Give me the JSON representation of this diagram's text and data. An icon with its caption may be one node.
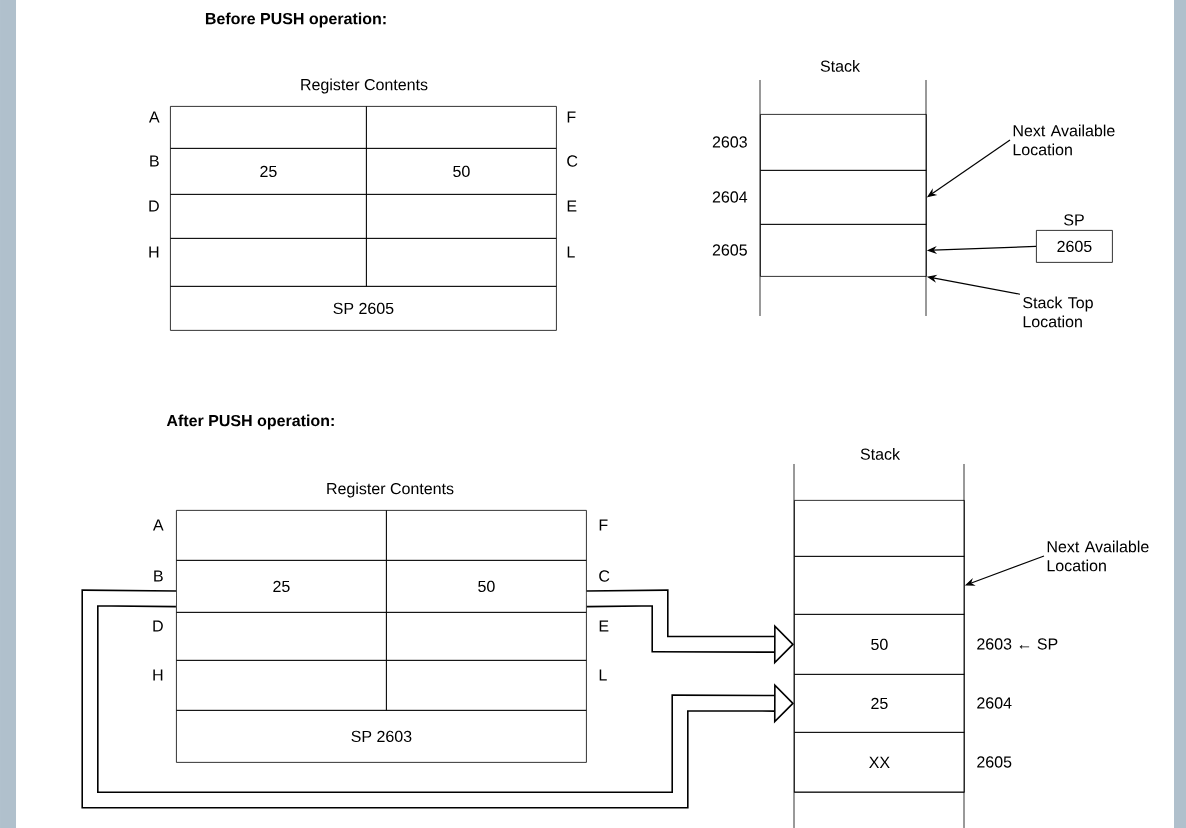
{
  "diagram": {
    "nodes": [
      {
        "text": [],
        "shape": "box",
        "beside": [
          "A"
        ]
      },
      {
        "text": [],
        "shape": "box",
        "beside": [
          "F"
        ]
      },
      {
        "text": [
          "25"
        ],
        "beside": [
          "B"
        ]
      },
      {
        "text": [
          "50"
        ],
        "beside": [
          "C"
        ]
      },
      {
        "text": [],
        "shape": "box",
        "beside": [
          "D"
        ]
      },
      {
        "text": [],
        "shape": "box",
        "beside": [
          "E"
        ]
      },
      {
        "text": [],
        "shape": "box",
        "beside": [
          "H"
        ]
      },
      {
        "text": [],
        "shape": "box",
        "beside": [
          "L"
        ]
      },
      {
        "text": [
          "SP 2605"
        ]
      },
      {
        "text": [],
        "shape": "box",
        "beside": [
          "2603"
        ]
      },
      {
        "text": [],
        "shape": "box",
        "beside": [
          "2604"
        ]
      },
      {
        "text": [],
        "shape": "box",
        "beside": [
          "2605"
        ]
      },
      {
        "text": [
          "Next Available Location"
        ]
      },
      {
        "text": [
          "SP",
          "2605"
        ]
      },
      {
        "text": [
          "Stack Top Location"
        ]
      },
      {
        "text": [],
        "shape": "box",
        "beside": [
          "A"
        ]
      },
      {
        "text": [],
        "shape": "box",
        "beside": [
          "F"
        ]
      },
      {
        "text": [
          "25"
        ],
        "beside": [
          "B"
        ]
      },
      {
        "text": [
          "50"
        ],
        "beside": [
          "C"
        ]
      },
      {
        "text": [],
        "shape": "box",
        "beside": [
          "D"
        ]
      },
      {
        "text": [],
        "shape": "box",
        "beside": [
          "E"
        ]
      },
      {
        "text": [],
        "shape": "box",
        "beside": [
          "H"
        ]
      },
      {
        "text": [],
        "shape": "box",
        "beside": [
          "L"
        ]
      },
      {
        "text": [
          "SP 2603"
        ]
      },
      {
        "text": [],
        "shape": "box"
      },
      {
        "text": [],
        "shape": "box"
      },
      {
        "text": [
          "50"
        ],
        "beside": [
          "2603 ← SP"
        ]
      },
      {
        "text": [
          "25"
        ],
        "beside": [
          "2604"
        ]
      },
      {
        "text": [
          "XX"
        ],
        "beside": [
          "2605"
        ]
      },
      {
        "text": [
          "Next Available Location"
        ]
      }
    ],
    "edges": [
      {
        "from": 12,
        "to": 10,
        "arrow": "to"
      },
      {
        "from": 13,
        "to": 11,
        "arrow": "to"
      },
      {
        "from": 14,
        "to": 11,
        "arrow": "to"
      },
      {
        "from": 18,
        "to": 26,
        "arrow": "to",
        "style": "thick"
      },
      {
        "from": 17,
        "to": 27,
        "arrow": "to",
        "style": "thick"
      },
      {
        "from": 29,
        "to": 25,
        "arrow": "to"
      }
    ],
    "labels": [
      "Before PUSH operation:",
      "Register Contents",
      "Stack",
      "After PUSH operation:",
      "Register Contents",
      "Stack"
    ]
  }
}
